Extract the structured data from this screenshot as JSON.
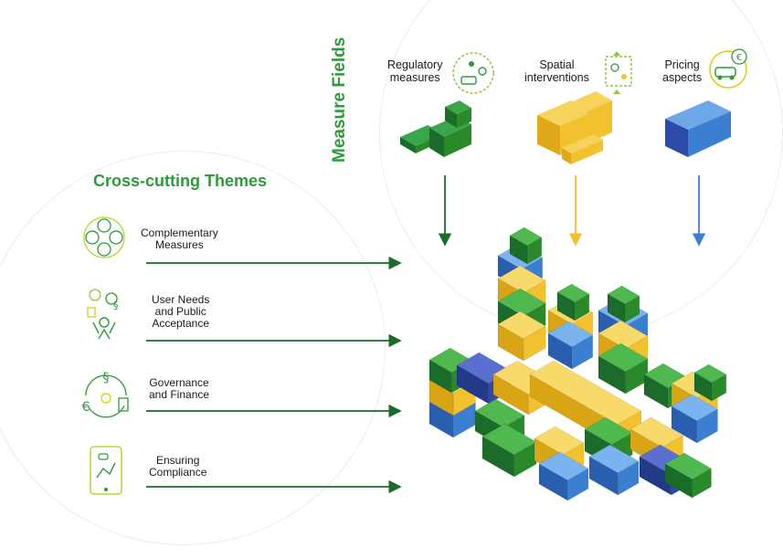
{
  "measure_fields": {
    "title": "Measure Fields",
    "items": [
      {
        "label_line1": "Regulatory",
        "label_line2": "measures",
        "icon": "vehicles-icon",
        "color": "#2a8a2a"
      },
      {
        "label_line1": "Spatial",
        "label_line2": "interventions",
        "icon": "city-map-icon",
        "color": "#f2c12e"
      },
      {
        "label_line1": "Pricing",
        "label_line2": "aspects",
        "icon": "car-euro-icon",
        "color": "#3a7fd0"
      }
    ]
  },
  "cross_cutting": {
    "title": "Cross-cutting Themes",
    "items": [
      {
        "label_line1": "Complementary",
        "label_line2": "Measures",
        "label_line3": "",
        "icon": "mobility-modes-icon"
      },
      {
        "label_line1": "User Needs",
        "label_line2": "and Public",
        "label_line3": "Acceptance",
        "icon": "user-needs-icon"
      },
      {
        "label_line1": "Governance",
        "label_line2": "and Finance",
        "label_line3": "",
        "icon": "governance-finance-icon"
      },
      {
        "label_line1": "Ensuring",
        "label_line2": "Compliance",
        "label_line3": "",
        "icon": "phone-compliance-icon"
      }
    ]
  },
  "colors": {
    "green": "#2e9a3a",
    "dark_green": "#1b6b2a",
    "yellow": "#f2c12e",
    "blue": "#3a7fd0",
    "arrow_green": "#1b6b2a"
  }
}
